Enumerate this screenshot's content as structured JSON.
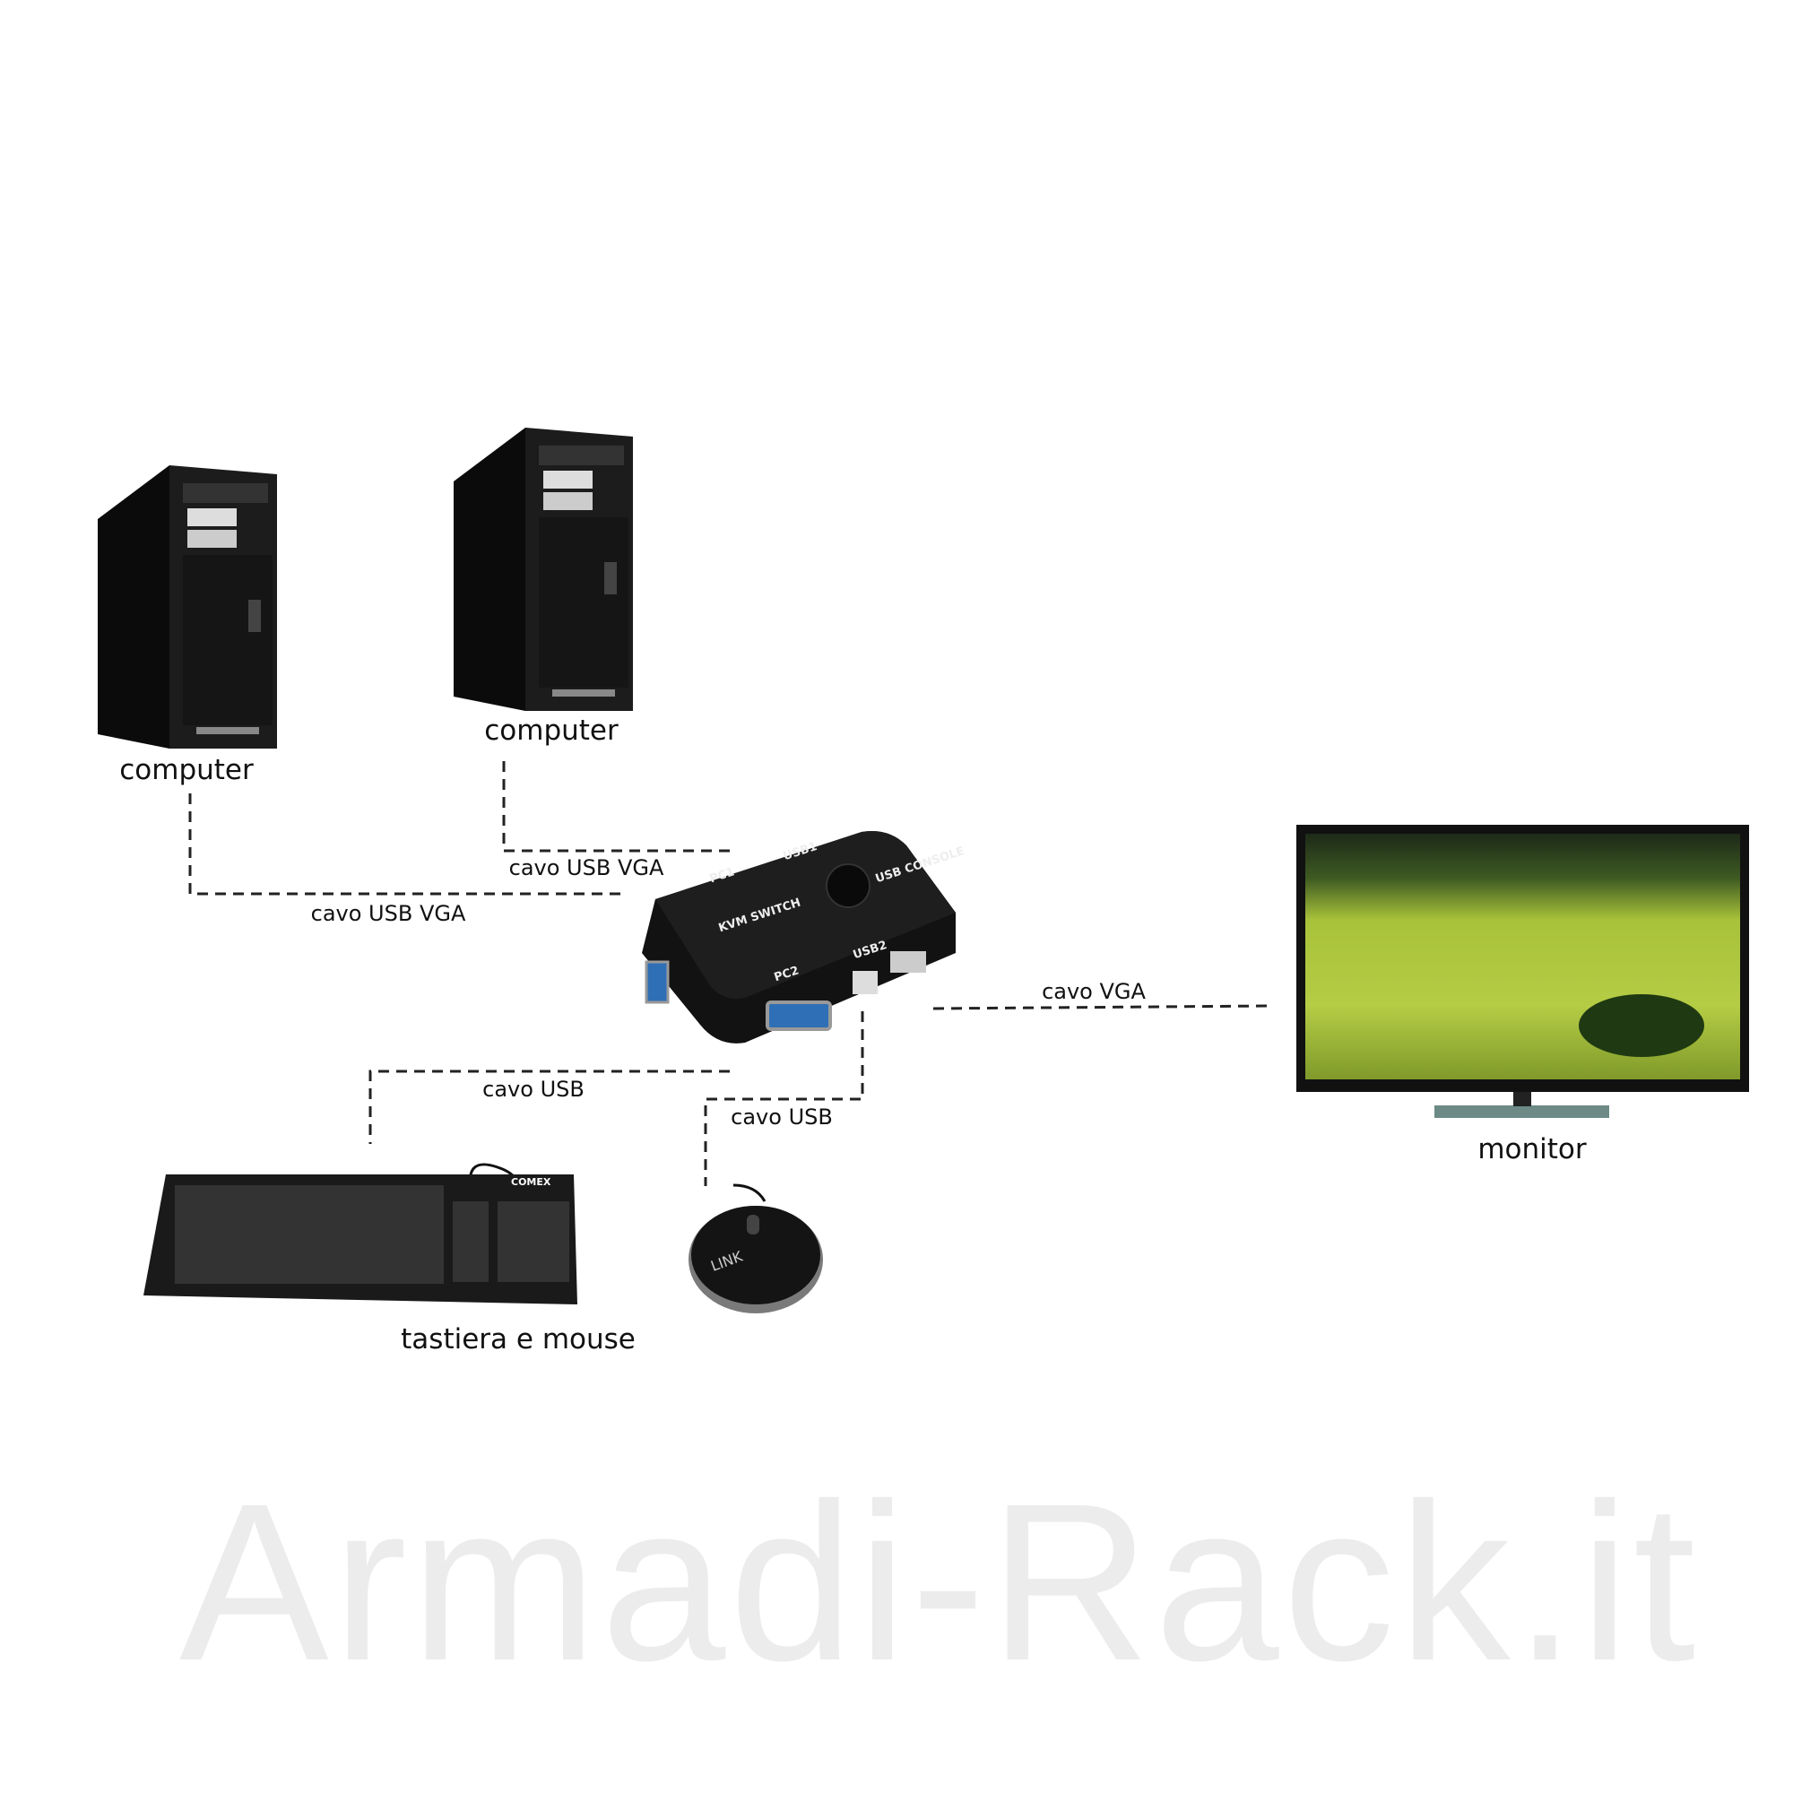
{
  "labels": {
    "computer_left": "computer",
    "computer_right": "computer",
    "monitor": "monitor",
    "peripherals": "tastiera e mouse"
  },
  "connections": {
    "left_computer_cable": "cavo USB VGA",
    "right_computer_cable": "cavo USB VGA",
    "monitor_cable": "cavo VGA",
    "keyboard_cable": "cavo USB",
    "mouse_cable": "cavo USB"
  },
  "device": {
    "ports": [
      "PC1",
      "USB1",
      "PC2",
      "USB2",
      "USB CONSOLE"
    ],
    "name": "KVM SWITCH"
  },
  "brands": {
    "keyboard": "COMEX",
    "mouse": "LINK"
  },
  "watermark": "Armadi-Rack.it",
  "colors": {
    "device": "#111111",
    "line": "#222222",
    "watermark": "#e6e6e6",
    "vga_port": "#2f6fb5",
    "screen_grass": "#a8c23a"
  }
}
